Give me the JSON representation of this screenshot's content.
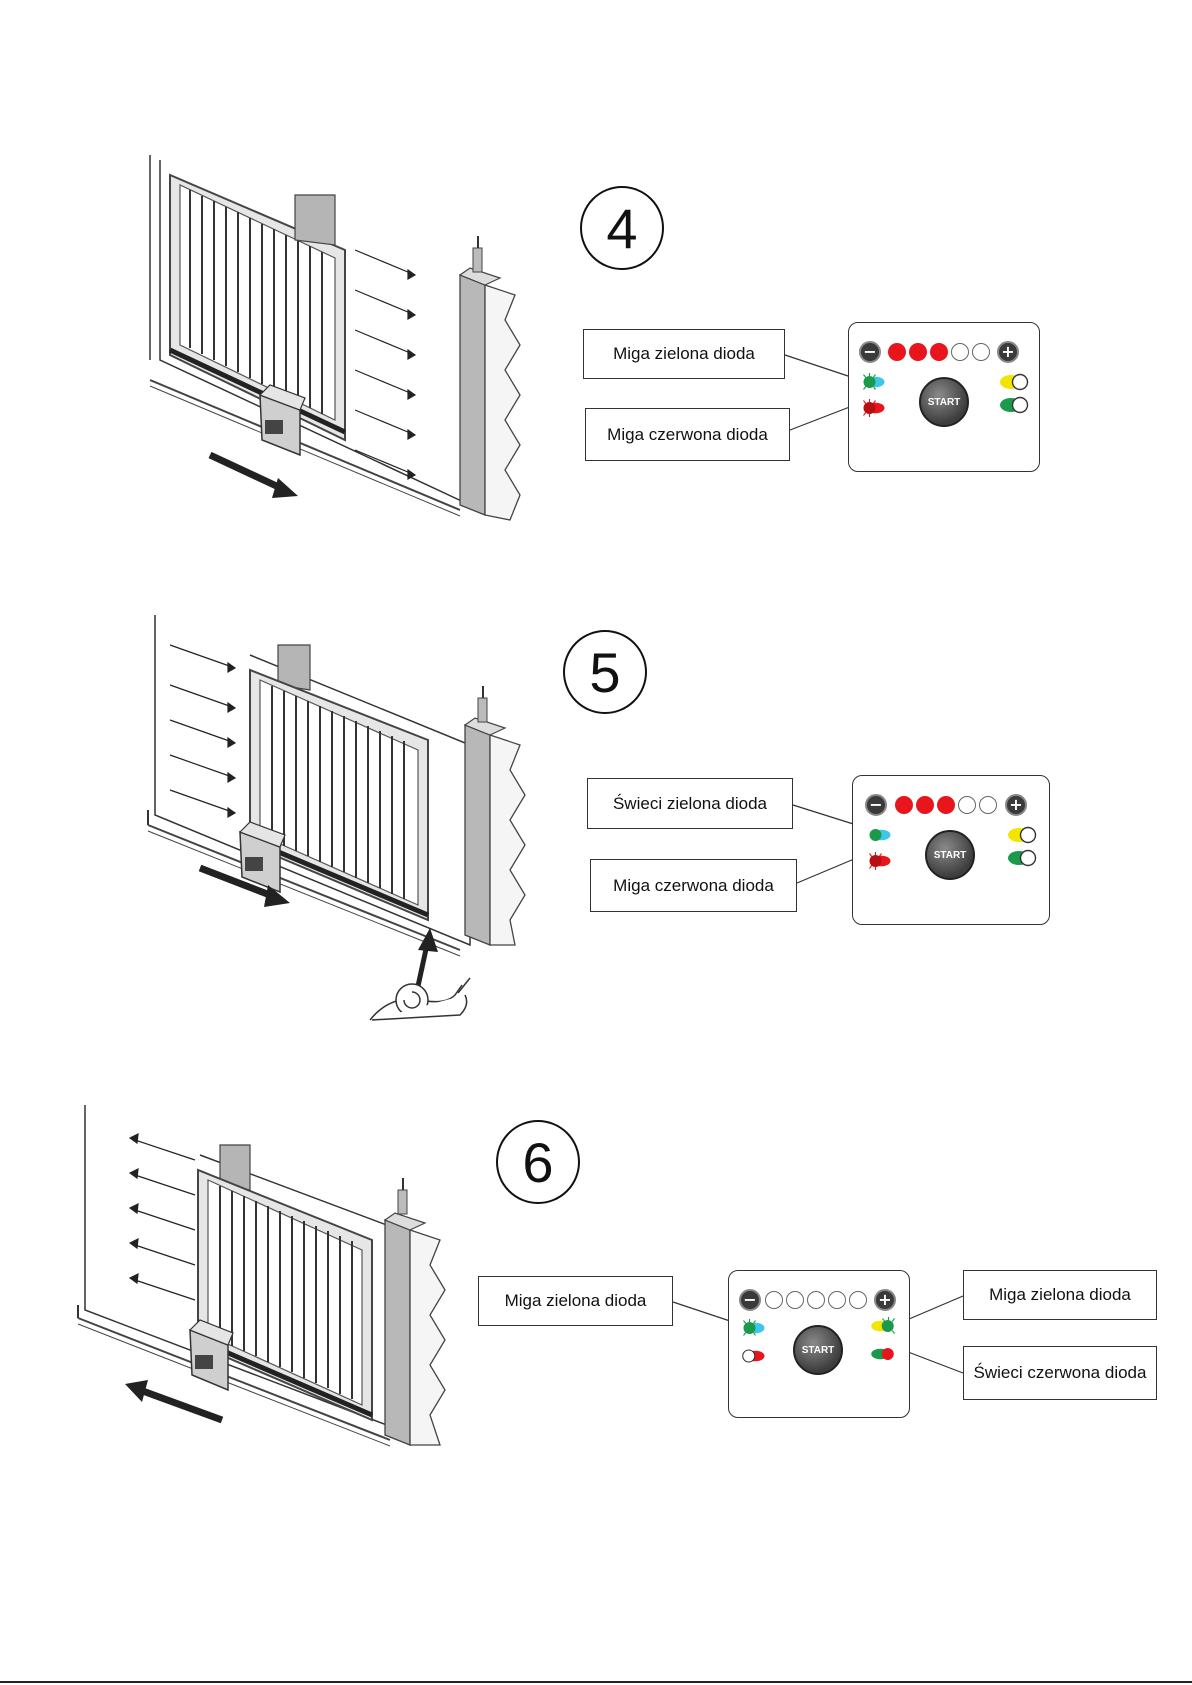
{
  "steps": [
    {
      "number": "4",
      "callouts": {
        "left_top": "Miga zielona dioda",
        "left_bottom": "Miga czerwona dioda"
      },
      "panel": {
        "minus": "−",
        "plus": "+",
        "start_label": "START",
        "progress_leds": [
          "on",
          "on",
          "on",
          "off",
          "off"
        ],
        "left_leds": [
          "green-blink",
          "red-blink"
        ],
        "right_leds": [
          "yellow",
          "green"
        ]
      },
      "gate_direction": "right"
    },
    {
      "number": "5",
      "callouts": {
        "left_top": "Świeci zielona dioda",
        "left_bottom": "Miga czerwona dioda"
      },
      "panel": {
        "minus": "−",
        "plus": "+",
        "start_label": "START",
        "progress_leds": [
          "on",
          "on",
          "on",
          "off",
          "off"
        ],
        "left_leds": [
          "green-on",
          "red-blink"
        ],
        "right_leds": [
          "yellow",
          "green"
        ]
      },
      "gate_direction": "right"
    },
    {
      "number": "6",
      "callouts": {
        "left_top": "Miga zielona dioda",
        "right_top": "Miga zielona dioda",
        "right_bottom": "Świeci czerwona dioda"
      },
      "panel": {
        "minus": "−",
        "plus": "+",
        "start_label": "START",
        "progress_leds": [
          "off",
          "off",
          "off",
          "off",
          "off"
        ],
        "left_leds": [
          "green-blink",
          "white"
        ],
        "right_leds": [
          "green-blink-yellow",
          "red-on"
        ]
      },
      "gate_direction": "left"
    }
  ],
  "colors": {
    "red": "#e8161c",
    "green": "#1a9a4a",
    "cyan": "#3ec7e8",
    "yellow": "#f2e600"
  }
}
